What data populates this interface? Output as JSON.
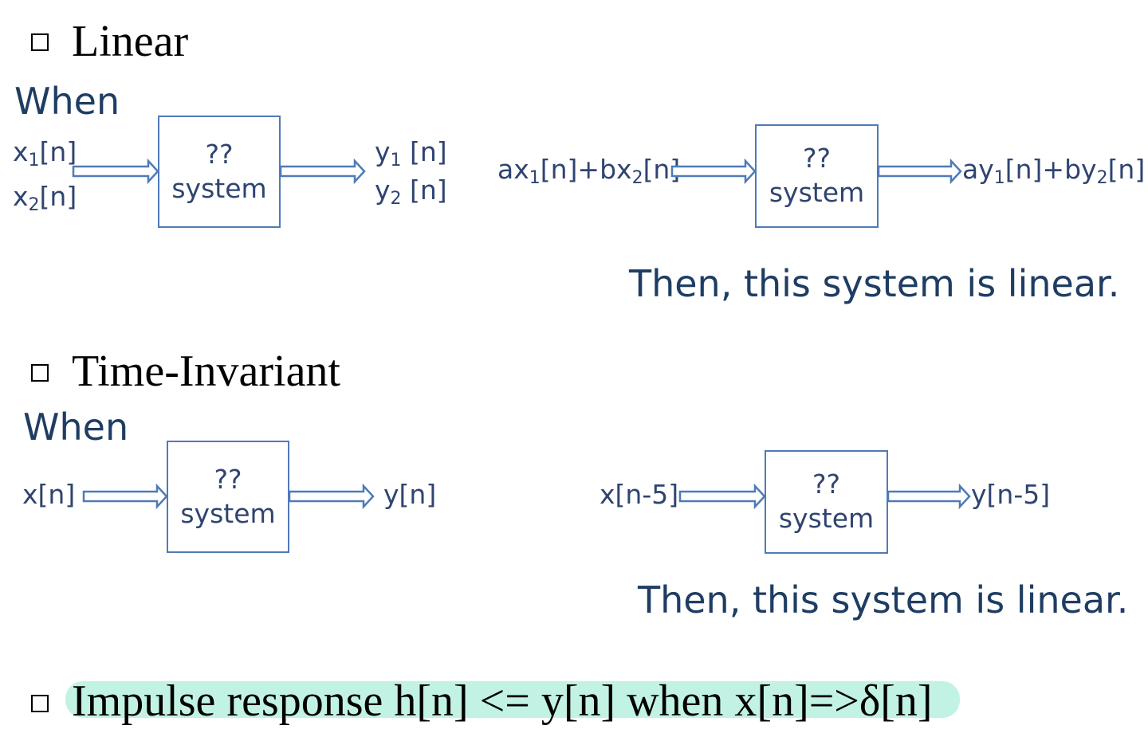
{
  "colors": {
    "accent": "#4f7ab8",
    "text_blue": "#1f3d63",
    "highlight": "#c2f2e3"
  },
  "linear": {
    "title": "Linear",
    "when": "When",
    "left": {
      "in1_base": "x",
      "in1_sub": "1",
      "in1_rest": "[n]",
      "in2_base": "x",
      "in2_sub": "2",
      "in2_rest": "[n]",
      "box_q": "??",
      "box_s": "system",
      "out1_base": "y",
      "out1_sub": "1",
      "out1_rest": " [n]",
      "out2_base": "y",
      "out2_sub": "2",
      "out2_rest": " [n]"
    },
    "right": {
      "in_a": "ax",
      "in_sub1": "1",
      "in_b": "[n]+bx",
      "in_sub2": "2",
      "in_c": "[n]",
      "box_q": "??",
      "box_s": "system",
      "out_a": "ay",
      "out_sub1": "1",
      "out_b": "[n]+by",
      "out_sub2": "2",
      "out_c": "[n]"
    },
    "conclusion": "Then, this system is linear."
  },
  "time_invariant": {
    "title": "Time-Invariant",
    "when": "When",
    "left": {
      "input": "x[n]",
      "box_q": "??",
      "box_s": "system",
      "output": "y[n]"
    },
    "right": {
      "input": "x[n-5]",
      "box_q": "??",
      "box_s": "system",
      "output": "y[n-5]"
    },
    "conclusion": "Then, this system is linear."
  },
  "impulse": {
    "text": "Impulse response h[n] <= y[n] when x[n]=>δ[n]"
  }
}
